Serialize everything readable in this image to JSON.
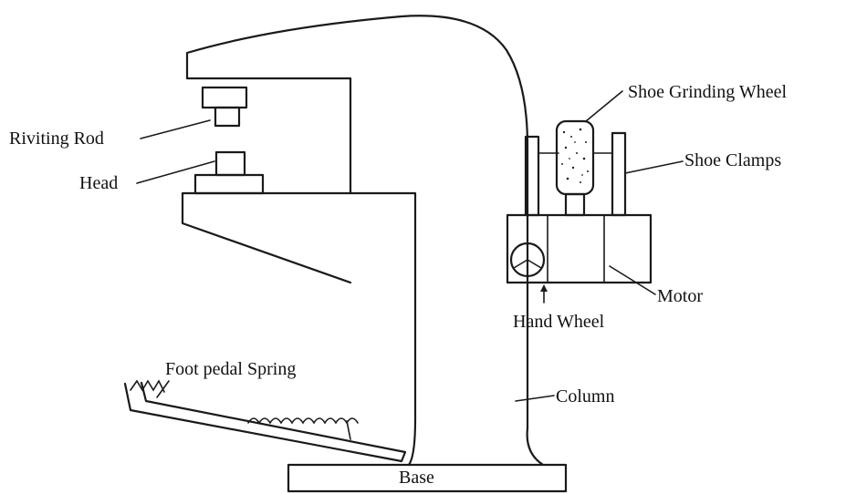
{
  "labels": {
    "riviting_rod": "Riviting Rod",
    "head": "Head",
    "shoe_grinding_wheel": "Shoe Grinding Wheel",
    "shoe_clamps": "Shoe Clamps",
    "motor": "Motor",
    "hand_wheel": "Hand Wheel",
    "foot_pedal_spring": "Foot pedal Spring",
    "column": "Column",
    "base": "Base"
  }
}
